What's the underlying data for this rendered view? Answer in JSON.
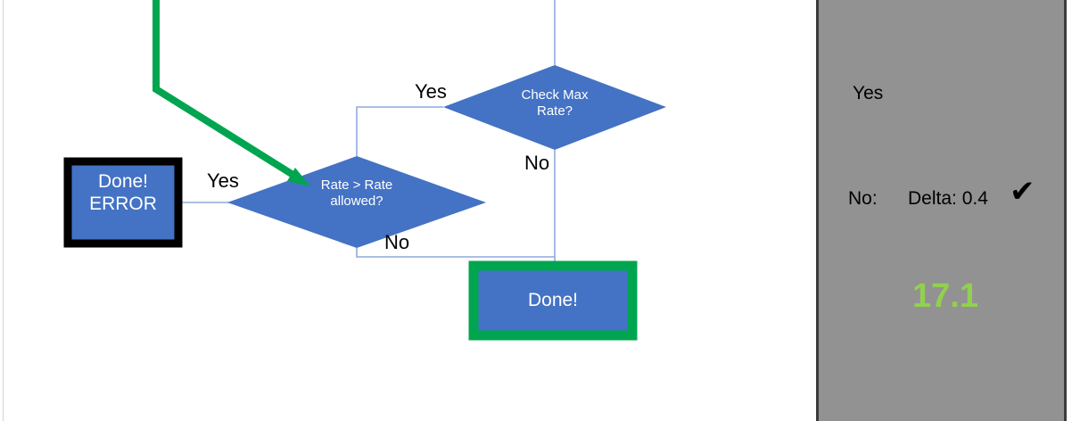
{
  "diagram": {
    "title": "rate-check-flowchart",
    "colors": {
      "node_fill": "#4472C4",
      "connector": "#8FAADC",
      "error_border": "#000000",
      "success_border": "#00A550",
      "green_arrow": "#00A550",
      "panel_bg": "#929292",
      "panel_arrow": "#404040",
      "value_green": "#92D050"
    },
    "nodes": [
      {
        "id": "done-error",
        "shape": "rect",
        "label": "Done!\nERROR",
        "border": "black-thick"
      },
      {
        "id": "rate-compare",
        "shape": "diamond",
        "label": "Rate > Rate\nallowed?"
      },
      {
        "id": "check-max-rate",
        "shape": "diamond",
        "label": "Check Max\nRate?"
      },
      {
        "id": "done",
        "shape": "rect",
        "label": "Done!",
        "border": "green-thick"
      }
    ],
    "edge_labels": [
      {
        "id": "yes-check-max",
        "text": "Yes"
      },
      {
        "id": "no-check-max",
        "text": "No"
      },
      {
        "id": "yes-rate-compare",
        "text": "Yes"
      },
      {
        "id": "no-rate-compare",
        "text": "No"
      }
    ]
  },
  "panel": {
    "yes_label": "Yes",
    "no_label": "No:",
    "delta_label": "Delta: 0.4",
    "check_glyph": "✔",
    "value": "17.1"
  }
}
